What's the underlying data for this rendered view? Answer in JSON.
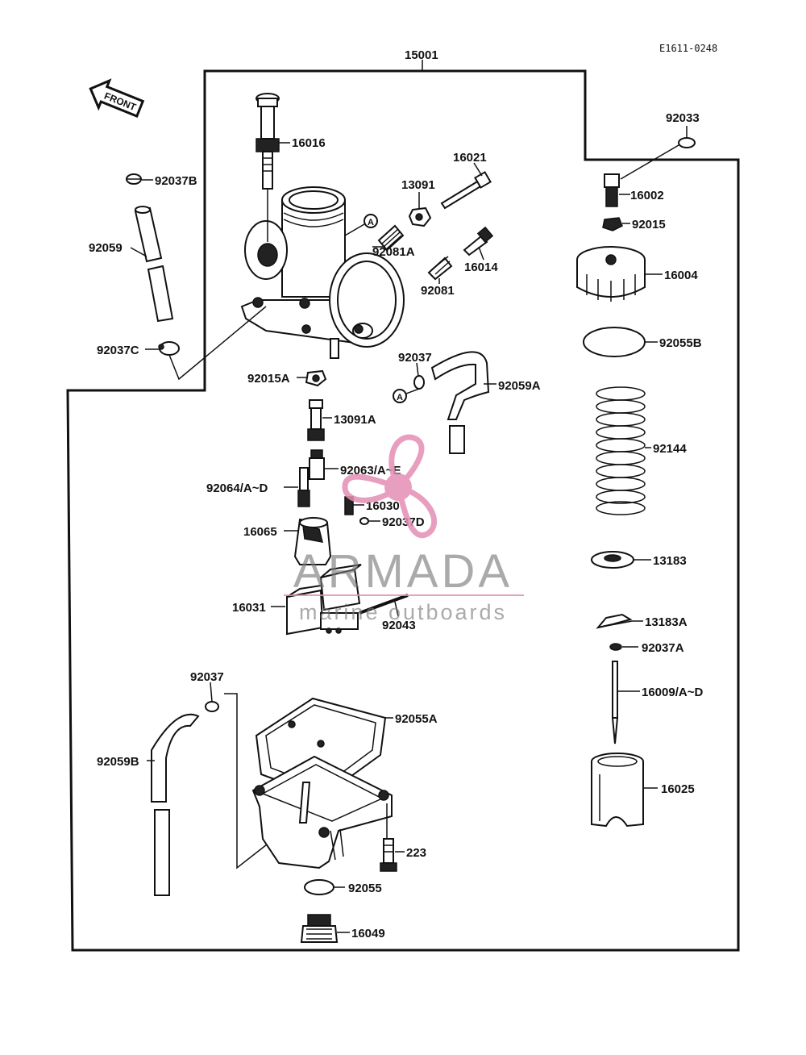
{
  "drawing_code": "E1611-0248",
  "front_label": "FRONT",
  "ref_marker": "A",
  "parts": [
    "15001",
    "16016",
    "92037B",
    "92059",
    "92037C",
    "13091",
    "16021",
    "92081A",
    "16014",
    "92081",
    "92033",
    "16002",
    "92015",
    "16004",
    "92055B",
    "92015A",
    "92037",
    "92059A",
    "13091A",
    "92144",
    "92063/A~E",
    "92064/A~D",
    "16030",
    "92037D",
    "16065",
    "13183",
    "16031",
    "92043",
    "13183A",
    "92037A",
    "16009/A~D",
    "92037",
    "92055A",
    "92059B",
    "16025",
    "223",
    "92055",
    "16049"
  ],
  "watermark": {
    "brand": "ARMADA",
    "tagline": "marine outboards",
    "colors": {
      "accent": "#e58fb4",
      "text": "#7a7a7a"
    }
  }
}
